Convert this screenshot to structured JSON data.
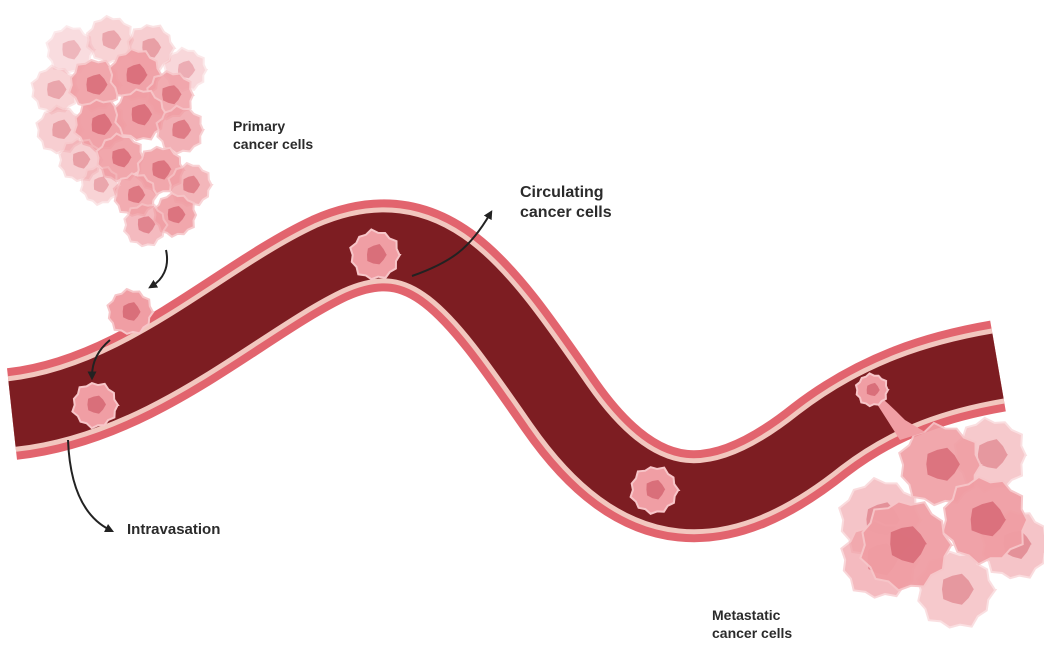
{
  "diagram": {
    "labels": {
      "primary_line1": "Primary",
      "primary_line2": "cancer cells",
      "circulating_line1": "Circulating",
      "circulating_line2": "cancer cells",
      "intravasation": "Intravasation",
      "metastatic_line1": "Metastatic",
      "metastatic_line2": "cancer cells"
    },
    "colors": {
      "vessel_outer": "#e2646e",
      "vessel_wall": "#f2c7bf",
      "vessel_lumen": "#7d1d22",
      "cell_fill": "#f09ea4",
      "cell_dark": "#e07b85",
      "nucleus": "#d96f7a",
      "arrow": "#222222"
    },
    "icons": [
      "cancer-cell-icon",
      "blood-vessel-icon",
      "arrow-icon"
    ]
  }
}
